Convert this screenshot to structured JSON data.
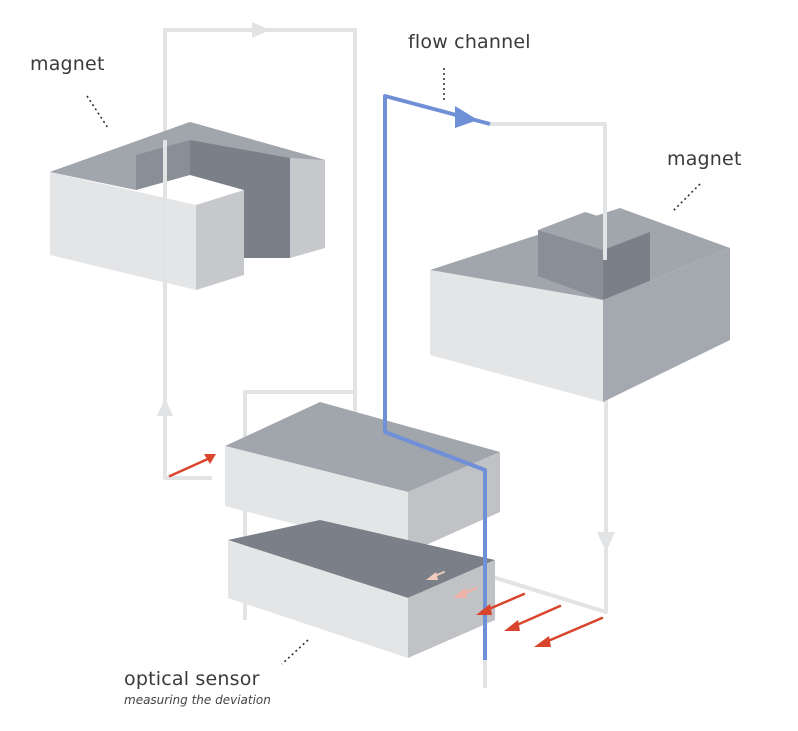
{
  "labels": {
    "magnet_left": "magnet",
    "magnet_right": "magnet",
    "flow_channel": "flow channel",
    "optical_sensor": "optical sensor",
    "optical_sensor_sub": "measuring the deviation"
  },
  "colors": {
    "background": "#ffffff",
    "block_light": "#e4e5e7",
    "block_top": "#a1a5ac",
    "block_dark": "#7b7f87",
    "block_side": "#c6c8cc",
    "wire": "#e2e3e4",
    "flow": "#6f8fd6",
    "arrow_red": "#d9452c",
    "arrow_faint": "#eeb3a6"
  }
}
